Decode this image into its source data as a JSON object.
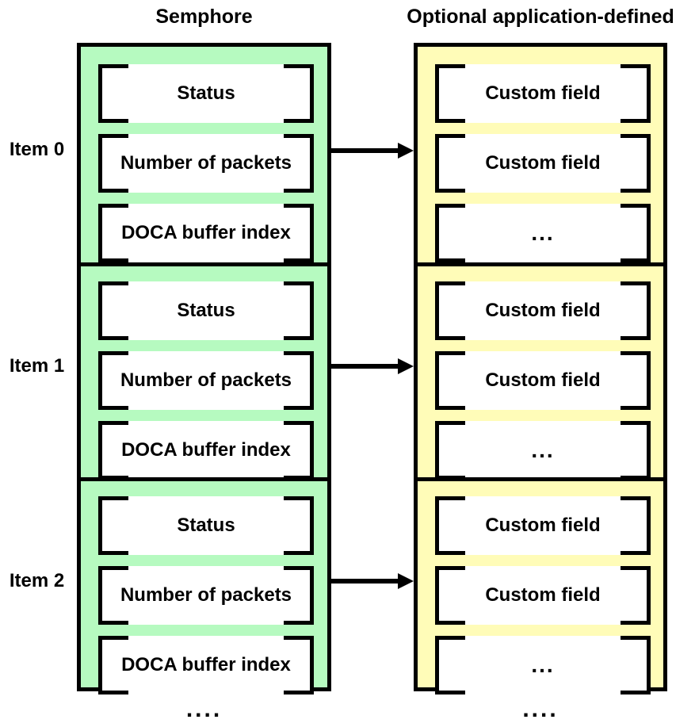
{
  "diagram": {
    "title": "Semphore and optional application-defined item layout",
    "colors": {
      "semphore_fill": "#b6fac0",
      "application_fill": "#fffcb8",
      "border": "#000000",
      "field_fill": "#ffffff",
      "background": "#ffffff"
    }
  },
  "columns": [
    {
      "id": "semphore",
      "heading": "Semphore",
      "fill": "#b6fac0",
      "continuation": "...."
    },
    {
      "id": "application-defined",
      "heading": "Optional application-defined",
      "fill": "#fffcb8",
      "continuation": "...."
    }
  ],
  "items": [
    {
      "label": "Item 0",
      "semphore_fields": [
        "Status",
        "Number of packets",
        "DOCA buffer index"
      ],
      "application_fields": [
        "Custom field",
        "Custom field",
        "..."
      ],
      "arrow": true
    },
    {
      "label": "Item 1",
      "semphore_fields": [
        "Status",
        "Number of packets",
        "DOCA buffer index"
      ],
      "application_fields": [
        "Custom field",
        "Custom field",
        "..."
      ],
      "arrow": true
    },
    {
      "label": "Item 2",
      "semphore_fields": [
        "Status",
        "Number of packets",
        "DOCA buffer index"
      ],
      "application_fields": [
        "Custom field",
        "Custom field",
        "..."
      ],
      "arrow": true
    }
  ]
}
